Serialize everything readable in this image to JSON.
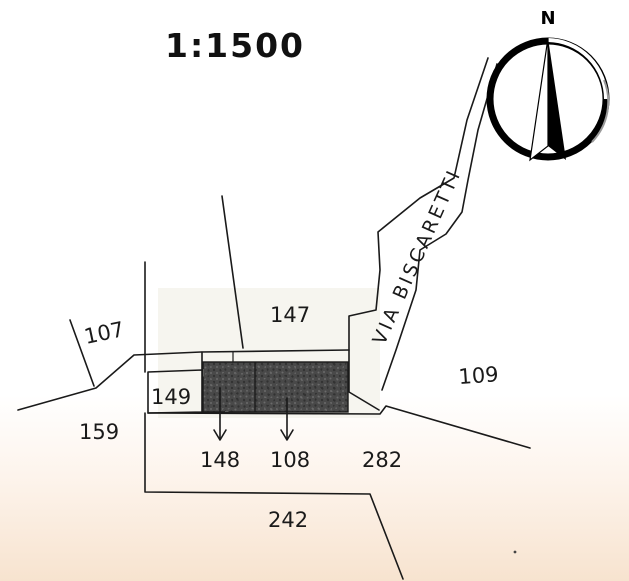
{
  "scale": "1:1500",
  "north_label": "N",
  "street_name": "VIA BISCARETTI",
  "parcels": {
    "p107": "107",
    "p147": "147",
    "p149": "149",
    "p109": "109",
    "p159": "159",
    "p148": "148",
    "p108": "108",
    "p282": "282",
    "p242": "242"
  },
  "colors": {
    "building": "#4a4a4a",
    "ink": "#1a1a1a"
  }
}
